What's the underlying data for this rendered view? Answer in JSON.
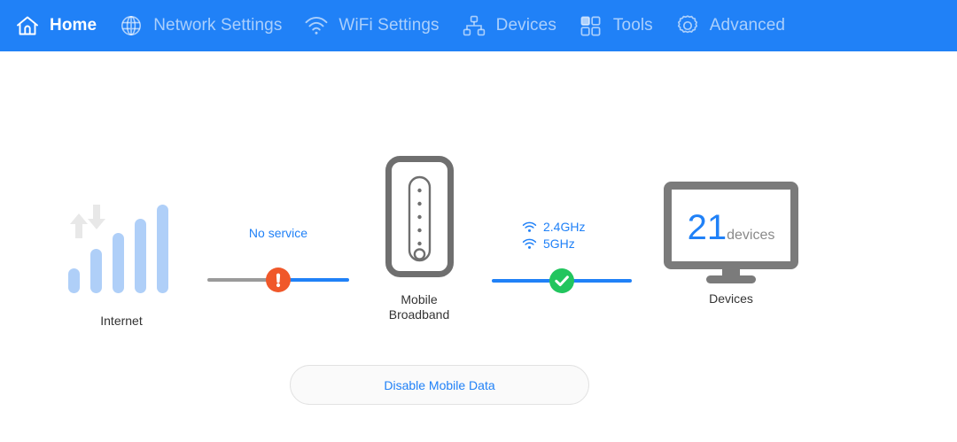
{
  "nav": {
    "background_color": "#2081F7",
    "items": [
      {
        "icon": "home-icon",
        "label": "Home",
        "active": true
      },
      {
        "icon": "globe-icon",
        "label": "Network Settings",
        "active": false
      },
      {
        "icon": "wifi-icon",
        "label": "WiFi Settings",
        "active": false
      },
      {
        "icon": "network-icon",
        "label": "Devices",
        "active": false
      },
      {
        "icon": "grid-icon",
        "label": "Tools",
        "active": false
      },
      {
        "icon": "gear-icon",
        "label": "Advanced",
        "active": false
      }
    ]
  },
  "topology": {
    "internet": {
      "label": "Internet",
      "icon": "signal-bars-icon",
      "signal_bars_total": 5,
      "signal_bars_color": "#AFCFF8",
      "arrows_color": "#E8E8E8"
    },
    "router": {
      "label_line1": "Mobile",
      "label_line2": "Broadband",
      "icon": "router-icon",
      "icon_color": "#6F6F6F"
    },
    "devices": {
      "label": "Devices",
      "icon": "monitor-icon",
      "count": "21",
      "count_unit": "devices",
      "count_color": "#2081F7",
      "icon_color": "#7B7B7B"
    },
    "link_internet": {
      "caption": "No service",
      "caption_color": "#2081F7",
      "status": "warning",
      "badge_icon": "exclamation-icon",
      "badge_color": "#F0582A",
      "left_segment_color": "#9a9a9a",
      "right_segment_color": "#2081F7"
    },
    "link_wifi": {
      "status": "ok",
      "badge_icon": "check-icon",
      "badge_color": "#22C55E",
      "line_color": "#2081F7",
      "bands": [
        {
          "icon": "wifi-icon",
          "label": "2.4GHz"
        },
        {
          "icon": "wifi-icon",
          "label": "5GHz"
        }
      ]
    }
  },
  "actions": {
    "disable_mobile_data_label": "Disable Mobile Data"
  }
}
